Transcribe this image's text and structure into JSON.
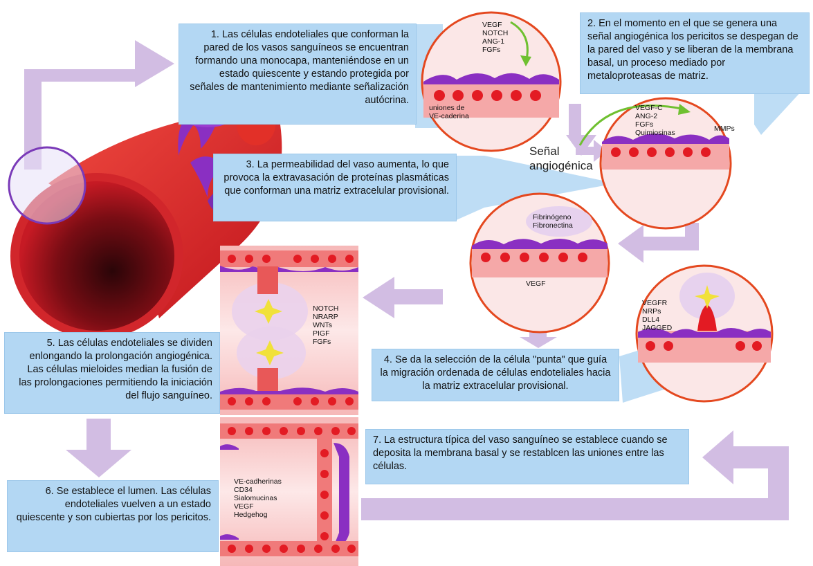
{
  "steps": {
    "s1": "1. Las células endoteliales que conforman la pared de los vasos sanguíneos se encuentran formando una monocapa, manteniéndose en un estado quiescente y estando protegida por señales de mantenimiento mediante señalización autócrina.",
    "s2": "2. En el momento en el que se genera una señal angiogénica los pericitos se despegan de la pared del vaso y se liberan de la membrana basal, un proceso mediado por metaloproteasas de matriz.",
    "s3": "3. La permeabilidad del vaso aumenta, lo que provoca la extravasación de proteínas plasmáticas que conforman una matriz extracelular provisional.",
    "s4": "4. Se da la selección de la célula \"punta\" que guía la migración ordenada de células endoteliales hacia la matriz extracelular provisional.",
    "s5": "5. Las células endoteliales se dividen enlongando la prolongación angiogénica. Las células mieloides median la fusión de las prolongaciones permitiendo la iniciación del flujo sanguíneo.",
    "s6": "6. Se establece el lumen. Las células endoteliales vuelven a un estado quiescente y son cubiertas por los pericitos.",
    "s7": "7. La estructura típica del vaso sanguíneo se establece cuando se deposita la membrana basal y se restablcen las uniones entre las células."
  },
  "labels": {
    "c1_signals": "VEGF\nNOTCH\nANG-1\nFGFs",
    "c1_junctions": "uniones de\nVE-caderina",
    "c2_signals": "VEGF-C\nANG-2\nFGFs\nQuimiosinas",
    "c2_mmps": "MMPs",
    "senal": "Señal\nangiogénica",
    "c3_matrix": "Fibrinógeno\nFibronectina",
    "c3_vegf": "VEGF",
    "c4_signals": "VEGFR\nNRPs\nDLL4\nJAGGED",
    "p5_signals": "NOTCH\nNRARP\nWNTs\nPIGF\nFGFs",
    "p6_signals": "VE-cadherinas\nCD34\nSialomucinas\nVEGF\nHedgehog"
  },
  "colors": {
    "arrow": "#d2bde3",
    "box": "#b3d7f3",
    "circle_border": "#e4481f",
    "vessel": "#d8232a",
    "pericyte": "#8a2fc2"
  }
}
